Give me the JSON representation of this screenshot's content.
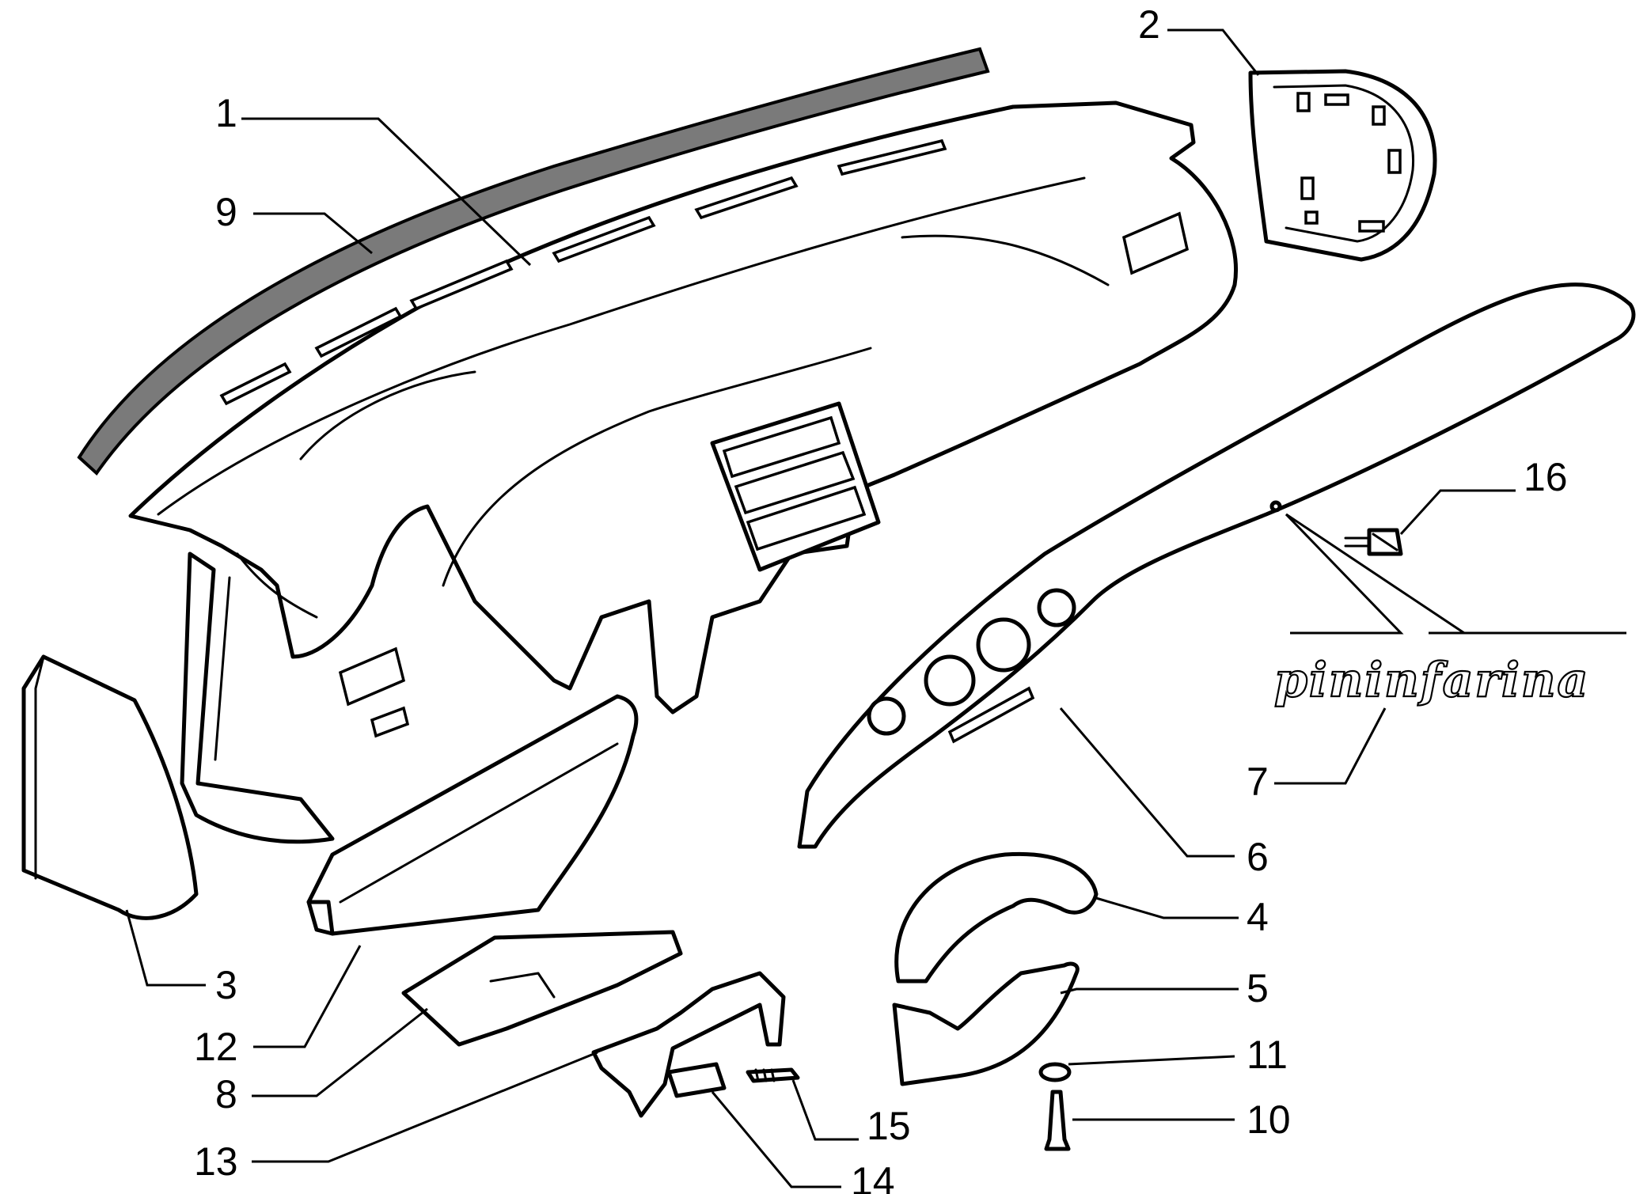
{
  "diagram": {
    "callouts": [
      {
        "id": "1",
        "label": "1"
      },
      {
        "id": "2",
        "label": "2"
      },
      {
        "id": "3",
        "label": "3"
      },
      {
        "id": "4",
        "label": "4"
      },
      {
        "id": "5",
        "label": "5"
      },
      {
        "id": "6",
        "label": "6"
      },
      {
        "id": "7",
        "label": "7"
      },
      {
        "id": "8",
        "label": "8"
      },
      {
        "id": "9",
        "label": "9"
      },
      {
        "id": "10",
        "label": "10"
      },
      {
        "id": "11",
        "label": "11"
      },
      {
        "id": "12",
        "label": "12"
      },
      {
        "id": "13",
        "label": "13"
      },
      {
        "id": "14",
        "label": "14"
      },
      {
        "id": "15",
        "label": "15"
      },
      {
        "id": "16",
        "label": "16"
      }
    ],
    "logo_text": "pininfarina"
  }
}
